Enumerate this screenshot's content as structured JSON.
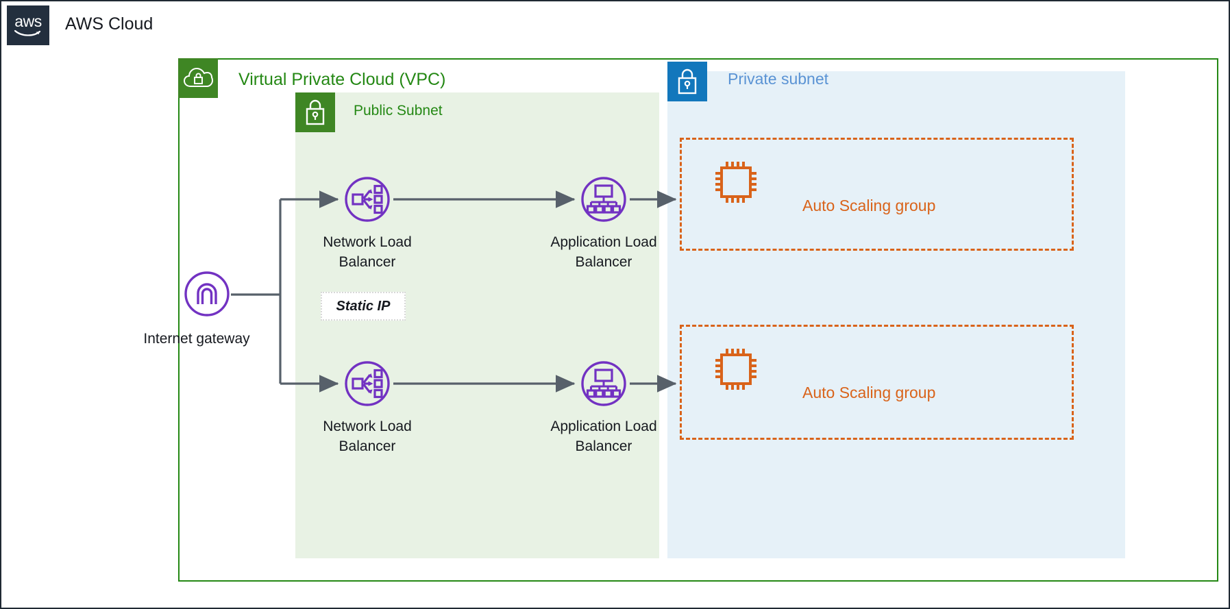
{
  "header": {
    "logo_text": "aws",
    "logo_icon": "aws-smile-logo",
    "title": "AWS Cloud",
    "logo_bg": "#232F3E"
  },
  "vpc": {
    "label": "Virtual Private Cloud (VPC)",
    "icon": "vpc-cloud-lock-icon",
    "border_color": "#248814",
    "icon_bg": "#3F8624"
  },
  "public_subnet": {
    "label": "Public Subnet",
    "icon": "padlock-icon",
    "bg_color": "#E8F2E4",
    "icon_bg": "#3F8624",
    "text_color": "#248814"
  },
  "private_subnet": {
    "label": "Private subnet",
    "icon": "padlock-icon",
    "bg_color": "#E6F1F8",
    "icon_bg": "#1277BC",
    "text_color": "#5A93D4"
  },
  "nodes": {
    "internet_gateway": {
      "label": "Internet gateway",
      "icon": "internet-gateway-icon",
      "color": "#7232C2"
    },
    "nlb_top": {
      "label": "Network Load\nBalancer",
      "icon": "network-load-balancer-icon",
      "color": "#7232C2"
    },
    "nlb_bottom": {
      "label": "Network Load\nBalancer",
      "icon": "network-load-balancer-icon",
      "color": "#7232C2"
    },
    "alb_top": {
      "label": "Application Load\nBalancer",
      "icon": "application-load-balancer-icon",
      "color": "#7232C2"
    },
    "alb_bottom": {
      "label": "Application Load\nBalancer",
      "icon": "application-load-balancer-icon",
      "color": "#7232C2"
    }
  },
  "static_ip": {
    "label": "Static IP"
  },
  "auto_scaling_groups": [
    {
      "label": "Auto Scaling group",
      "icon": "cpu-chip-icon",
      "color": "#D9631A"
    },
    {
      "label": "Auto Scaling group",
      "icon": "cpu-chip-icon",
      "color": "#D9631A"
    }
  ],
  "connector_color": "#57606A"
}
